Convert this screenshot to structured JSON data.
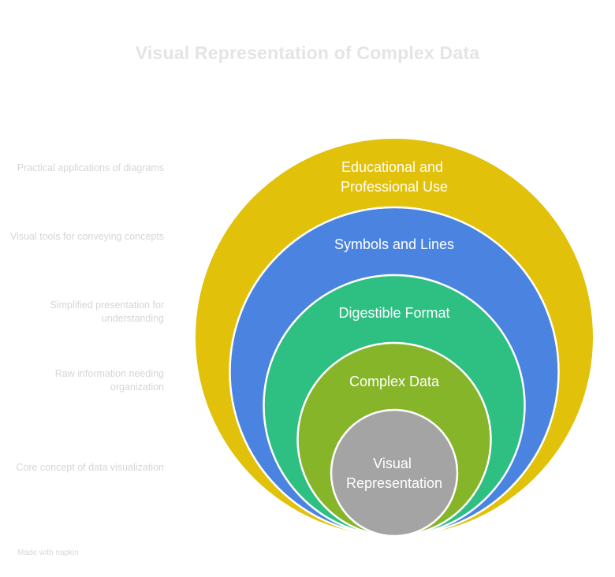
{
  "title": "Visual Representation of Complex Data",
  "layers": [
    {
      "id": "educational",
      "label_lines": [
        "Educational and",
        "Professional Use"
      ],
      "description": "Practical applications of diagrams",
      "color": "#e2c10a"
    },
    {
      "id": "symbols",
      "label_lines": [
        "Symbols and Lines"
      ],
      "description": "Visual tools for conveying concepts",
      "color": "#4a84e0"
    },
    {
      "id": "digestible",
      "label_lines": [
        "Digestible Format"
      ],
      "description": "Simplified presentation for understanding",
      "color": "#2ebf83"
    },
    {
      "id": "complex",
      "label_lines": [
        "Complex Data"
      ],
      "description": "Raw information needing organization",
      "color": "#86b52a"
    },
    {
      "id": "visual",
      "label_lines": [
        "Visual",
        "Representation"
      ],
      "description": "Core concept of data visualization",
      "color": "#a4a4a4"
    }
  ],
  "watermark": "Made with napkin"
}
